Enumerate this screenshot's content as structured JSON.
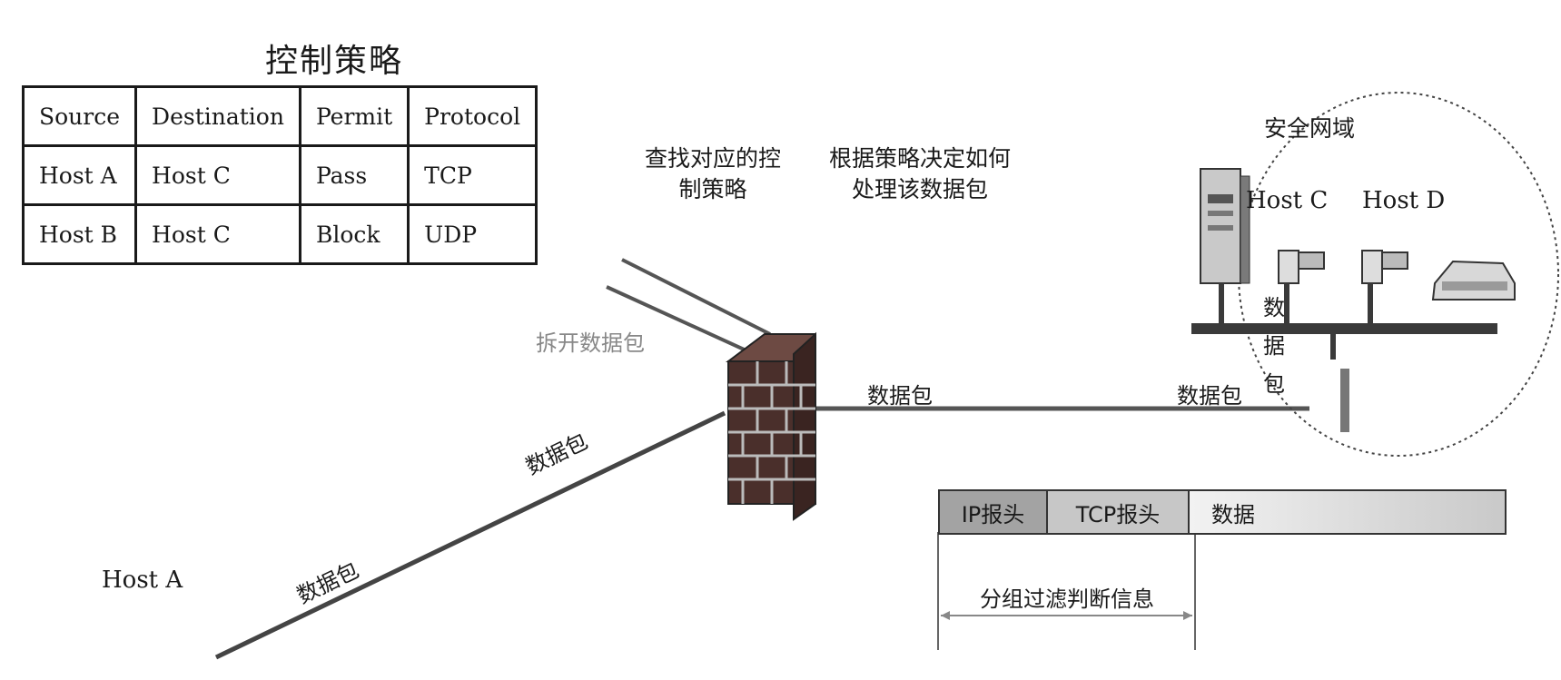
{
  "policy": {
    "title": "控制策略",
    "headers": [
      "Source",
      "Destination",
      "Permit",
      "Protocol"
    ],
    "rows": [
      [
        "Host A",
        "Host C",
        "Pass",
        "TCP"
      ],
      [
        "Host B",
        "Host C",
        "Block",
        "UDP"
      ]
    ]
  },
  "notes": {
    "lookup": "查找对应的控制策略",
    "decide": "根据策略决定如何处理该数据包"
  },
  "labels": {
    "discard": "拆开数据包",
    "packet": "数据包",
    "packet_vertical": "数据包",
    "host_a": "Host A",
    "host_c": "Host C",
    "host_d": "Host D",
    "zone": "安全网域"
  },
  "header_bar": {
    "segments": [
      "IP报头",
      "TCP报头",
      "数据"
    ],
    "info": "分组过滤判断信息"
  }
}
